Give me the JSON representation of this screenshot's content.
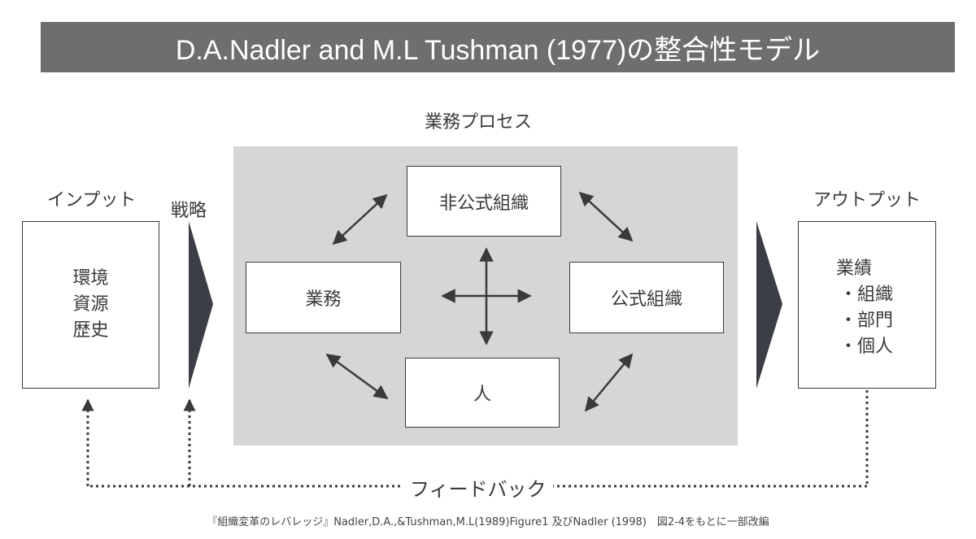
{
  "title": "D.A.Nadler and M.L Tushman (1977)の整合性モデル",
  "process_label": "業務プロセス",
  "input": {
    "heading": "インプット",
    "items": [
      "環境",
      "資源",
      "歴史"
    ]
  },
  "strategy_label": "戦略",
  "process_boxes": {
    "informal_org": "非公式組織",
    "task": "業務",
    "formal_org": "公式組織",
    "people": "人"
  },
  "output": {
    "heading": "アウトプット",
    "title": "業績",
    "items": [
      "・組織",
      "・部門",
      "・個人"
    ]
  },
  "feedback_label": "フィードバック",
  "caption": "『組織変革のレバレッジ』Nadler,D.A.,&Tushman,M.L(1989)Figure1 及びNadler (1998)　図2-4をもとに一部改編",
  "colors": {
    "title_bg": "#6e6e6e",
    "process_bg": "#d6d6d6",
    "stroke": "#3a3a3a",
    "chevron": "#3c3e45"
  }
}
